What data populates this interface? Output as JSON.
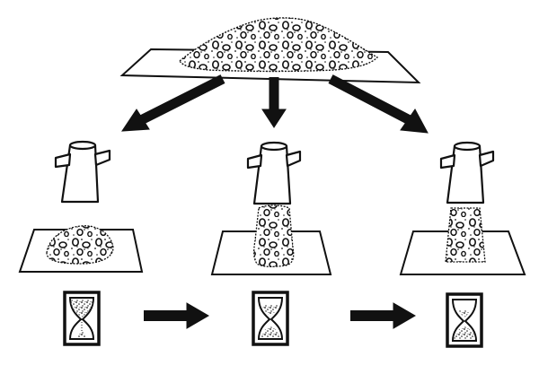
{
  "diagram": {
    "description_visible_text": "",
    "colors": {
      "ink": "#111111",
      "background": "#ffffff"
    },
    "stages": [
      {
        "id": "stage-1",
        "slump_level": 0.2,
        "hourglass_top_sand": 0.85,
        "hourglass_bottom_sand": 0.15
      },
      {
        "id": "stage-2",
        "slump_level": 0.6,
        "hourglass_top_sand": 0.5,
        "hourglass_bottom_sand": 0.5
      },
      {
        "id": "stage-3",
        "slump_level": 1.0,
        "hourglass_top_sand": 0.15,
        "hourglass_bottom_sand": 0.85
      }
    ],
    "icons": [
      "concrete-pile-icon",
      "slump-cone-icon",
      "hourglass-icon",
      "arrow-icon"
    ]
  }
}
